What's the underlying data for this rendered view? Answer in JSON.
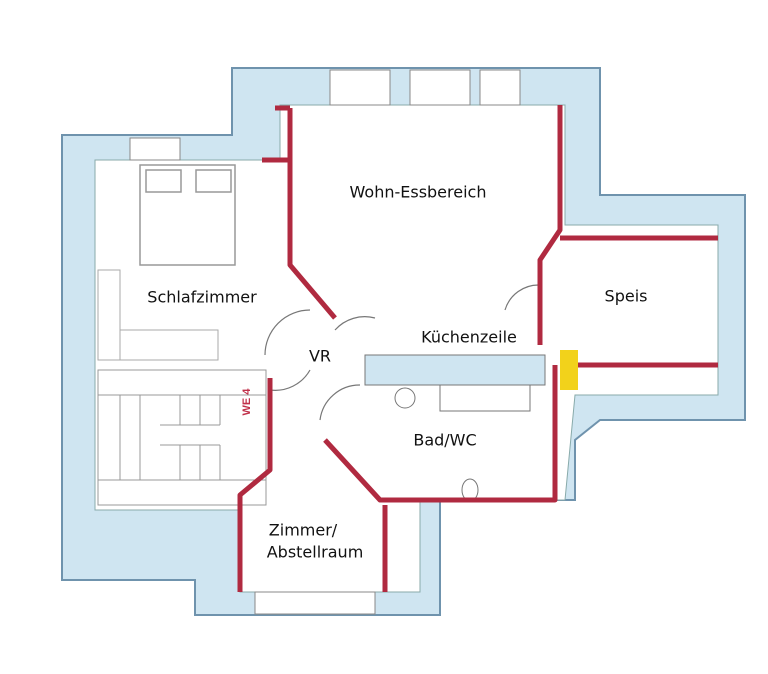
{
  "rooms": {
    "wohn": "Wohn-Essbereich",
    "schlaf": "Schlafzimmer",
    "speis": "Speis",
    "kueche": "Küchenzeile",
    "vr": "VR",
    "bad": "Bad/WC",
    "zimmer_line1": "Zimmer/",
    "zimmer_line2": "Abstellraum"
  },
  "unit_label": "WE 4",
  "colors": {
    "insulation": "#cfe5f1",
    "wall": "#b02a40",
    "accent": "#f2d21b"
  }
}
